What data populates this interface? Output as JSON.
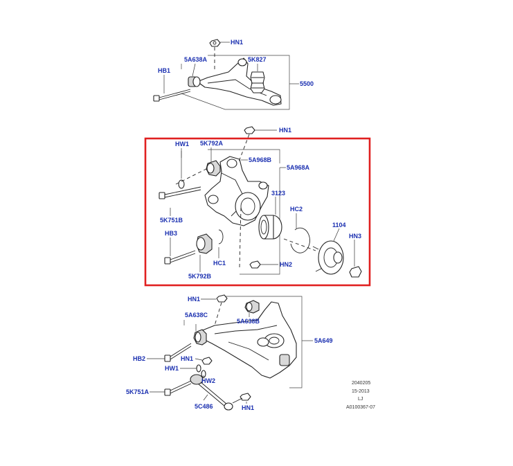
{
  "colors": {
    "label": "#1a2fb0",
    "highlight_box": "#e02020",
    "line": "#222222"
  },
  "top_arm": {
    "labels": [
      "HN1",
      "5A638A",
      "5K827",
      "HB1",
      "5500"
    ]
  },
  "knuckle": {
    "labels": [
      "HN1",
      "HW1",
      "5K792A",
      "5A968B",
      "5A968A",
      "5K751B",
      "3123",
      "HC2",
      "1104",
      "HN3",
      "HB3",
      "HC1",
      "5K792B",
      "HN2"
    ]
  },
  "lower_arm": {
    "labels": [
      "HN1",
      "5A638C",
      "5A638B",
      "5A649",
      "HB2",
      "HN1",
      "HW1",
      "HW2",
      "5K751A",
      "5C486",
      "HN1"
    ]
  },
  "reference": {
    "line1": "2040205",
    "line2": "15-2013",
    "line3": "LJ",
    "line4": "A0100367-07"
  }
}
